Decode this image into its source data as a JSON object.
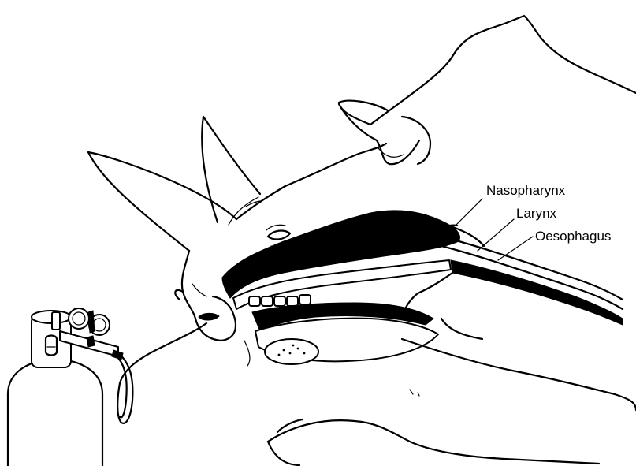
{
  "labels": {
    "nasopharynx": "Nasopharynx",
    "larynx": "Larynx",
    "oesophagus": "Oesophagus"
  }
}
